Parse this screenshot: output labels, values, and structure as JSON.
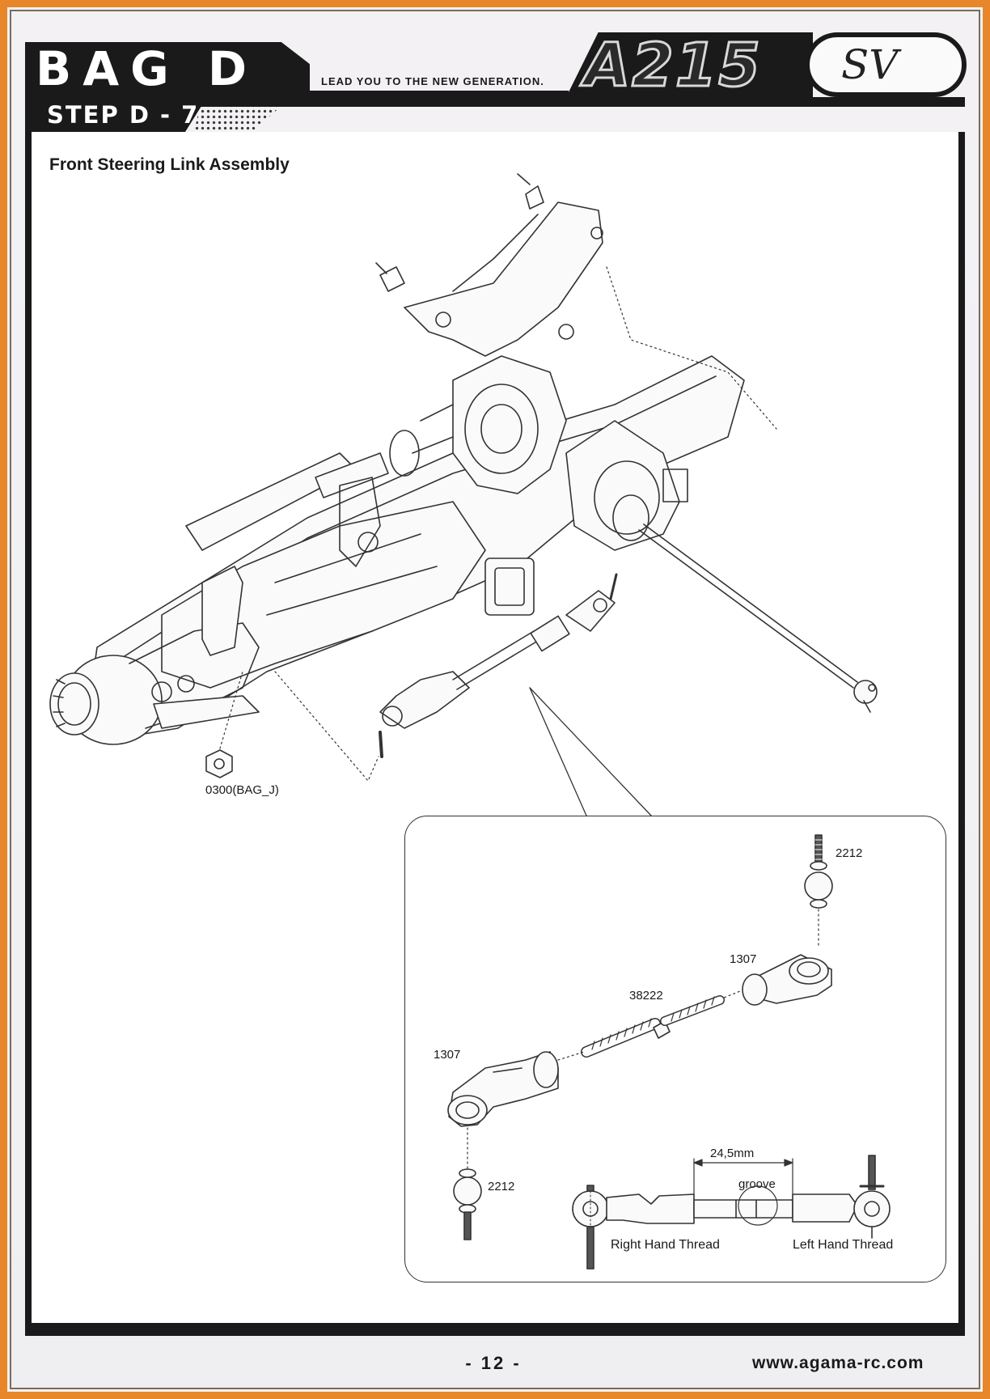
{
  "header": {
    "bag_title": "BAG D",
    "step_label": "STEP D - 7",
    "tagline": "LEAD YOU TO THE NEW GENERATION.",
    "model_name": "A215",
    "model_suffix": "SV"
  },
  "main": {
    "section_title": "Front Steering Link Assembly",
    "nut_part": "0300(BAG_J)"
  },
  "callout": {
    "ball_stud_top": "2212",
    "rod_end_right": "1307",
    "turnbuckle": "38222",
    "rod_end_left": "1307",
    "ball_stud_bottom": "2212",
    "dimension": "24,5mm",
    "groove_label": "groove",
    "right_thread_label": "Right Hand Thread",
    "left_thread_label": "Left Hand Thread"
  },
  "footer": {
    "page_number": "- 12 -",
    "website": "www.agama-rc.com"
  },
  "colors": {
    "frame_orange": "#e8862a",
    "header_black": "#1a1a1a"
  }
}
